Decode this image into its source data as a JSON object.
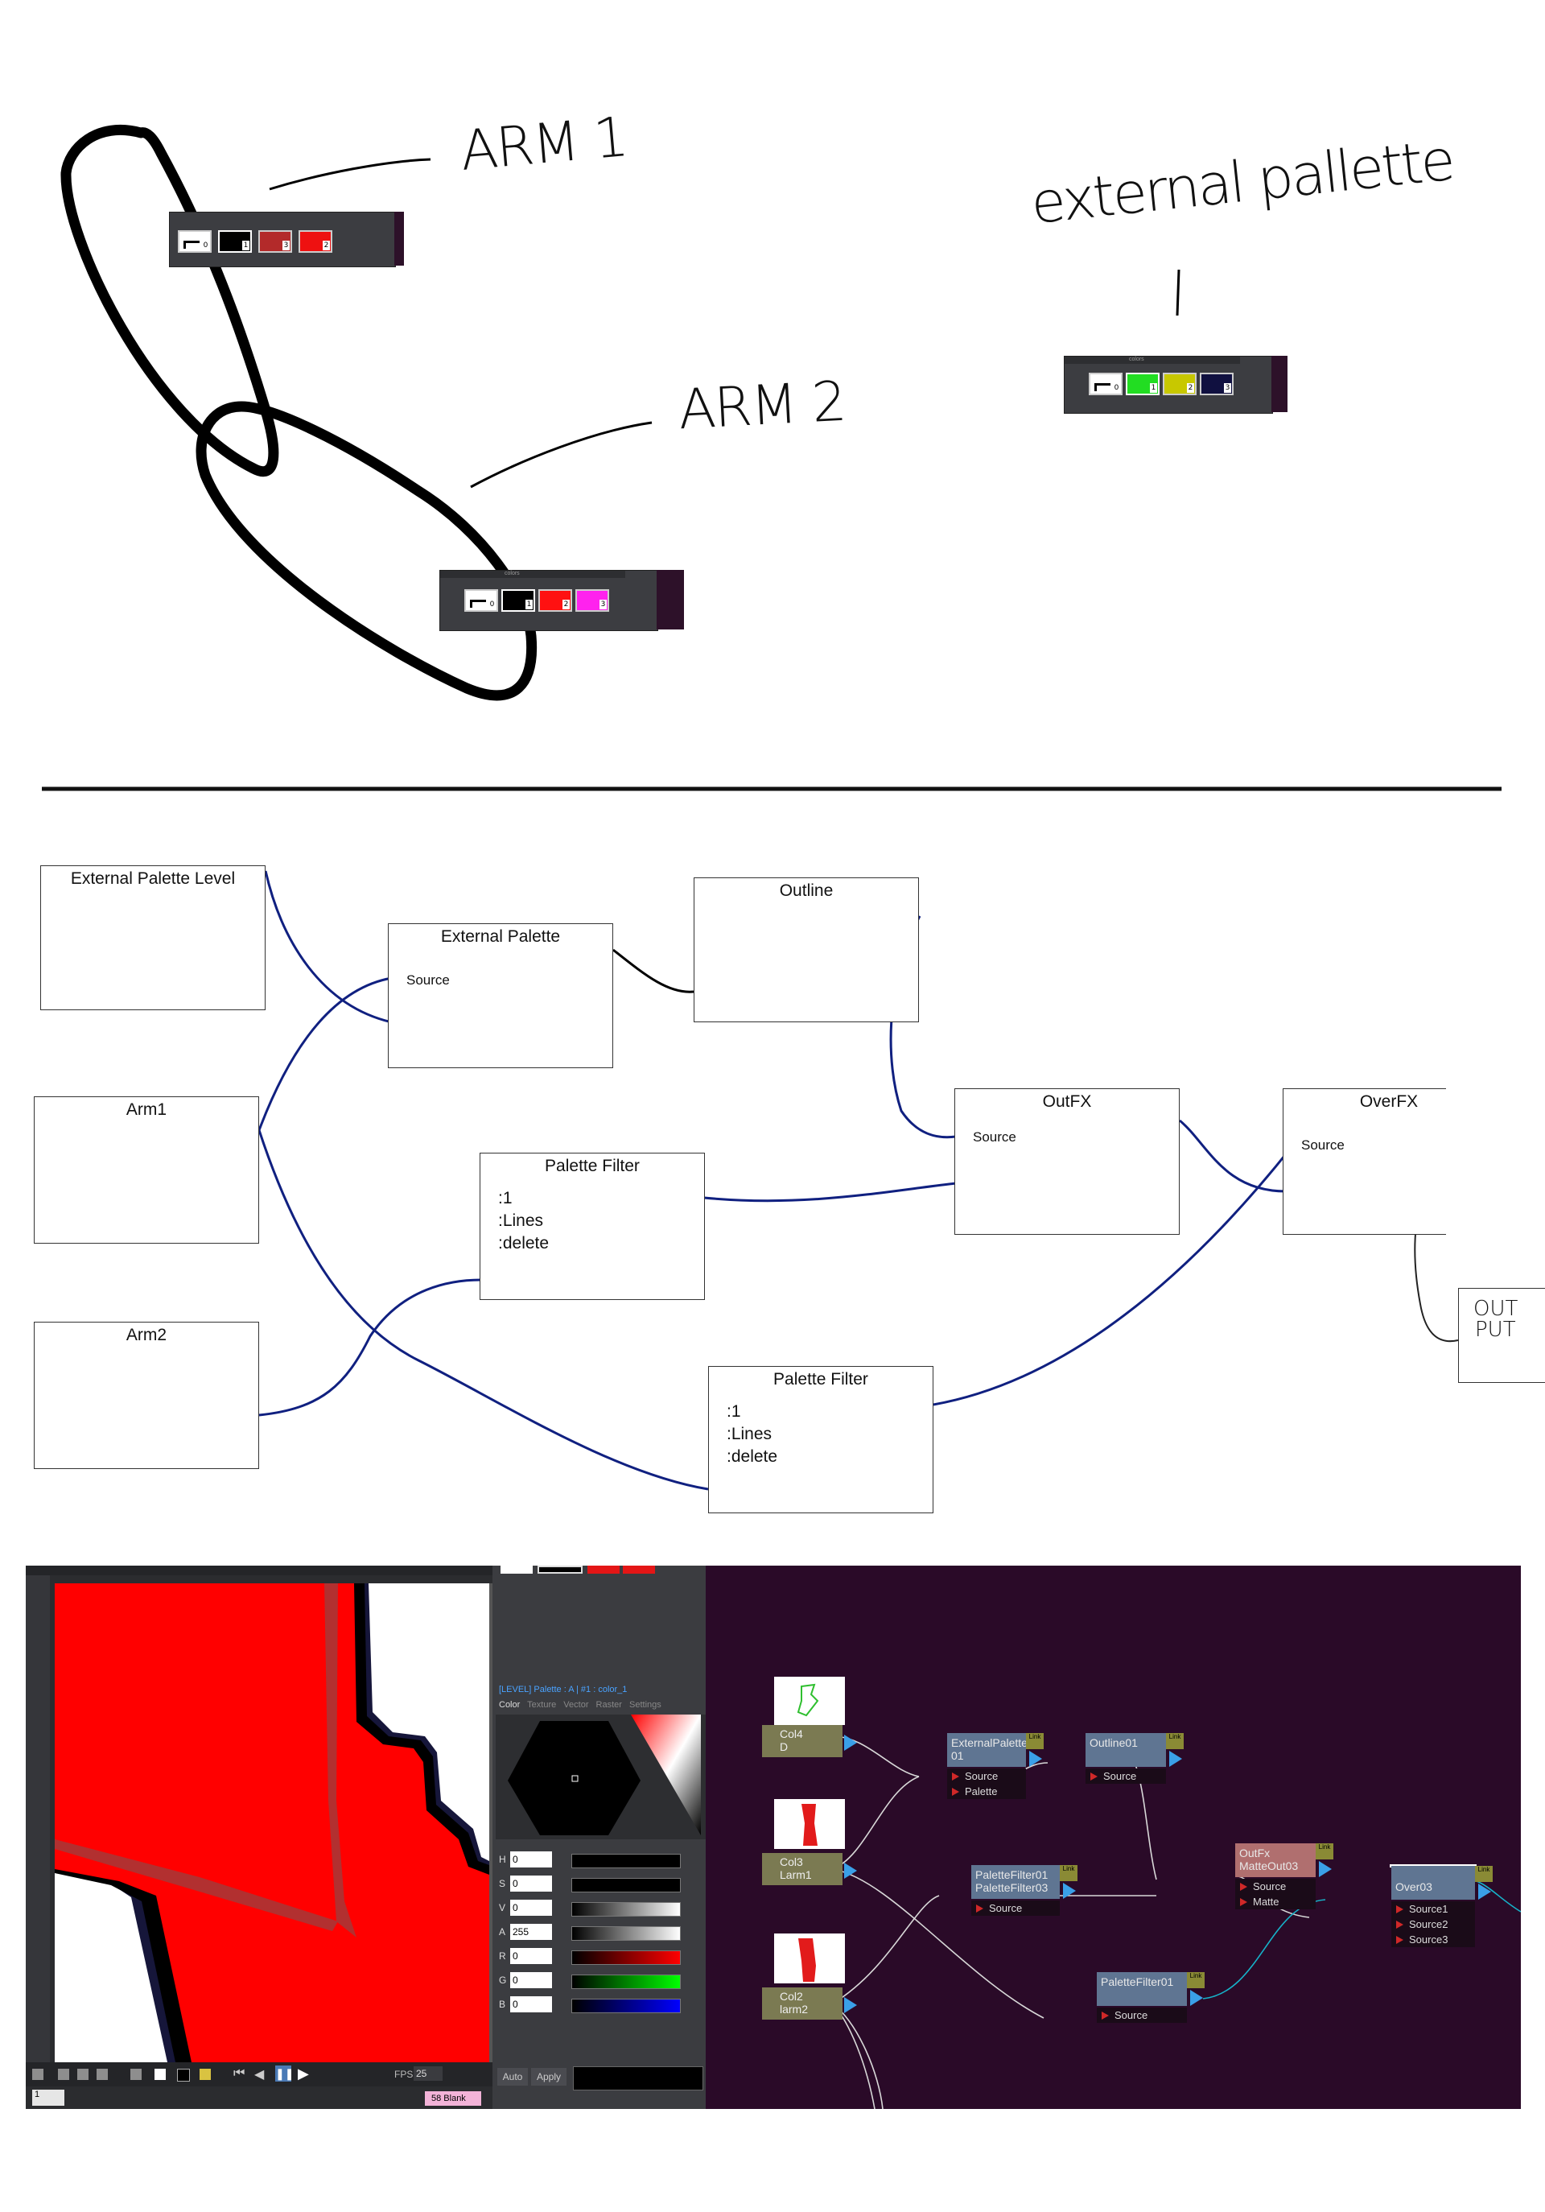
{
  "sketch": {
    "labels": {
      "arm1": "ARM 1",
      "arm2": "ARM 2",
      "external": "external pallette"
    },
    "strip_tab": "colors",
    "arm1_palette": [
      {
        "color": "#ffffff",
        "index": "0",
        "icon": "blank-style-icon"
      },
      {
        "color": "#000000",
        "index": "1"
      },
      {
        "color": "#b32a2a",
        "index": "3"
      },
      {
        "color": "#ee1111",
        "index": "2"
      }
    ],
    "arm2_palette": [
      {
        "color": "#ffffff",
        "index": "0",
        "icon": "blank-style-icon"
      },
      {
        "color": "#000000",
        "index": "1"
      },
      {
        "color": "#ff1111",
        "index": "2"
      },
      {
        "color": "#ff22ee",
        "index": "3"
      }
    ],
    "external_palette": [
      {
        "color": "#ffffff",
        "index": "0",
        "icon": "blank-style-icon"
      },
      {
        "color": "#22dd22",
        "index": "1"
      },
      {
        "color": "#c8c800",
        "index": "2"
      },
      {
        "color": "#101040",
        "index": "3"
      }
    ]
  },
  "diagram": {
    "nodes": {
      "ext_level": {
        "title": "External Palette Level"
      },
      "ext_palette": {
        "title": "External Palette",
        "port": "Source"
      },
      "outline": {
        "title": "Outline"
      },
      "arm1": {
        "title": "Arm1"
      },
      "arm2": {
        "title": "Arm2"
      },
      "pf1": {
        "title": "Palette Filter",
        "lines": [
          ":1",
          ":Lines",
          ":delete"
        ]
      },
      "pf2": {
        "title": "Palette Filter",
        "lines": [
          ":1",
          ":Lines",
          ":delete"
        ]
      },
      "outfx": {
        "title": "OutFX",
        "port": "Source"
      },
      "overfx": {
        "title": "OverFX",
        "port": "Source"
      },
      "output": {
        "line1": "OUT",
        "line2": "PUT"
      }
    }
  },
  "screenshot": {
    "style_editor": {
      "header": "[LEVEL]  Palette : A | #1 : color_1",
      "tabs": [
        "Color",
        "Texture",
        "Vector",
        "Raster",
        "Settings"
      ],
      "channels": [
        {
          "label": "H",
          "value": "0"
        },
        {
          "label": "S",
          "value": "0"
        },
        {
          "label": "V",
          "value": "0"
        },
        {
          "label": "A",
          "value": "255"
        },
        {
          "label": "R",
          "value": "0"
        },
        {
          "label": "G",
          "value": "0"
        },
        {
          "label": "B",
          "value": "0"
        }
      ],
      "auto_label": "Auto",
      "apply_label": "Apply",
      "color_accent": "#4aa3ff"
    },
    "viewer": {
      "fps_label": "FPS",
      "fps_value": "25",
      "frame": "1",
      "blank_tag": "58 Blank"
    },
    "schematic": {
      "col4": {
        "name": "Col4",
        "sub": "D"
      },
      "col3": {
        "name": "Col3",
        "sub": "Larm1"
      },
      "col2": {
        "name": "Col2",
        "sub": "larm2"
      },
      "ext": {
        "line1": "ExternalPalette",
        "line2": "01",
        "ports": [
          "Source",
          "Palette"
        ]
      },
      "outline": {
        "line1": "Outline01",
        "ports": [
          "Source"
        ]
      },
      "pfA": {
        "line1": "PaletteFilter01",
        "line2": "PaletteFilter03",
        "ports": [
          "Source"
        ]
      },
      "pfB": {
        "line1": "PaletteFilter01",
        "ports": [
          "Source"
        ]
      },
      "outfx": {
        "line1": "OutFx",
        "line2": "MatteOut03",
        "ports": [
          "Source",
          "Matte"
        ]
      },
      "over": {
        "line1": "Over03",
        "ports": [
          "Source1",
          "Source2",
          "Source3"
        ]
      },
      "link_label": "Link"
    }
  }
}
